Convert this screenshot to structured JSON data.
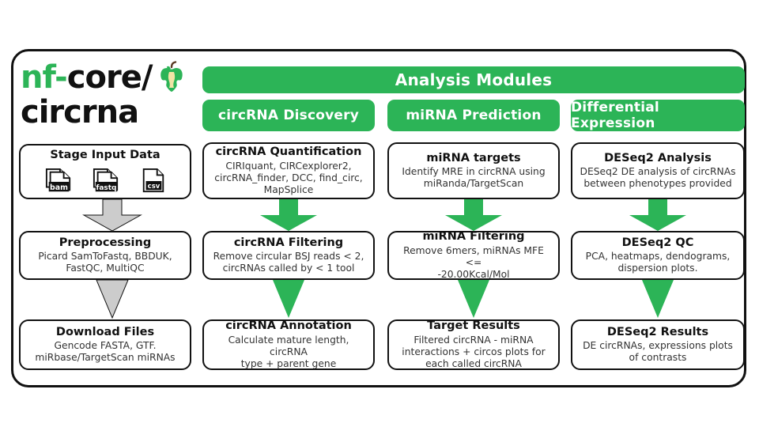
{
  "colors": {
    "green": "#2cb457",
    "grey_arrow": "#cccccc",
    "outline": "#111111",
    "text": "#333333"
  },
  "logo": {
    "prefix": "nf-",
    "core": "core/",
    "pipeline": "circrna",
    "icon": "apple-core-icon"
  },
  "banner": {
    "main_title": "Analysis Modules"
  },
  "modules": [
    {
      "id": "circrna-discovery",
      "label": "circRNA Discovery"
    },
    {
      "id": "mirna-prediction",
      "label": "miRNA Prediction"
    },
    {
      "id": "differential-expression",
      "label": "Differential Expression"
    }
  ],
  "input_column": {
    "stage": {
      "title": "Stage Input Data",
      "files": [
        {
          "name": "bam-file-icon",
          "label": "bam"
        },
        {
          "name": "fastq-file-icon",
          "label": "fastq"
        },
        {
          "name": "csv-file-icon",
          "label": "csv"
        }
      ]
    },
    "preprocessing": {
      "title": "Preprocessing",
      "desc": "Picard SamToFastq, BBDUK,\nFastQC, MultiQC"
    },
    "download": {
      "title": "Download Files",
      "desc": "Gencode FASTA, GTF.\nmiRbase/TargetScan miRNAs"
    }
  },
  "columns": [
    {
      "id": "circrna-discovery",
      "steps": [
        {
          "title": "circRNA Quantification",
          "desc": "CIRIquant, CIRCexplorer2,\ncircRNA_finder, DCC, find_circ,\nMapSplice"
        },
        {
          "title": "circRNA Filtering",
          "desc": "Remove circular BSJ reads < 2,\ncircRNAs called by < 1 tool"
        },
        {
          "title": "circRNA Annotation",
          "desc": "Calculate mature length, circRNA\ntype + parent gene"
        }
      ]
    },
    {
      "id": "mirna-prediction",
      "steps": [
        {
          "title": "miRNA targets",
          "desc": "Identify MRE in circRNA using\nmiRanda/TargetScan"
        },
        {
          "title": "miRNA Filtering",
          "desc": "Remove 6mers, miRNAs MFE <=\n-20.00Kcal/Mol"
        },
        {
          "title": "Target Results",
          "desc": "Filtered circRNA - miRNA\ninteractions + circos plots for\neach called circRNA"
        }
      ]
    },
    {
      "id": "differential-expression",
      "steps": [
        {
          "title": "DESeq2 Analysis",
          "desc": "DESeq2 DE analysis of circRNAs\nbetween phenotypes provided"
        },
        {
          "title": "DESeq2 QC",
          "desc": "PCA, heatmaps, dendograms,\ndispersion plots."
        },
        {
          "title": "DESeq2 Results",
          "desc": "DE circRNAs, expressions plots\nof contrasts"
        }
      ]
    }
  ]
}
